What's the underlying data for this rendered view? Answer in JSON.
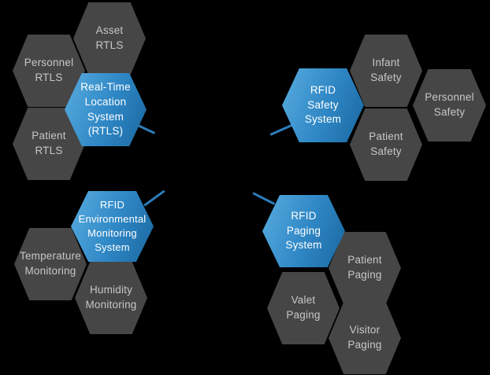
{
  "diagram_title": "RFID hospital systems hexagon diagram",
  "colors": {
    "background": "#000000",
    "hex_dark": "#464646",
    "hex_blue_light": "#58acdf",
    "hex_blue_dark": "#1a679f",
    "text_on_dark": "#c7c7c7",
    "text_on_blue": "#ffffff",
    "connector": "#2d7db9"
  },
  "hexagons": {
    "rtls_hub": {
      "label": "Real-Time\nLocation\nSystem\n(RTLS)"
    },
    "asset_rtls": {
      "label": "Asset\nRTLS"
    },
    "personnel_rtls": {
      "label": "Personnel\nRTLS"
    },
    "patient_rtls": {
      "label": "Patient\nRTLS"
    },
    "safety_hub": {
      "label": "RFID\nSafety\nSystem"
    },
    "infant_safety": {
      "label": "Infant\nSafety"
    },
    "personnel_safety": {
      "label": "Personnel\nSafety"
    },
    "patient_safety": {
      "label": "Patient\nSafety"
    },
    "env_hub": {
      "label": "RFID\nEnvironmental\nMonitoring\nSystem"
    },
    "temperature_monitoring": {
      "label": "Temperature\nMonitoring"
    },
    "humidity_monitoring": {
      "label": "Humidity\nMonitoring"
    },
    "paging_hub": {
      "label": "RFID\nPaging\nSystem"
    },
    "patient_paging": {
      "label": "Patient\nPaging"
    },
    "valet_paging": {
      "label": "Valet\nPaging"
    },
    "visitor_paging": {
      "label": "Visitor\nPaging"
    }
  },
  "structure": {
    "clusters": [
      {
        "hub": "Real-Time Location System (RTLS)",
        "satellites": [
          "Asset RTLS",
          "Personnel RTLS",
          "Patient RTLS"
        ]
      },
      {
        "hub": "RFID Safety System",
        "satellites": [
          "Infant Safety",
          "Personnel Safety",
          "Patient Safety"
        ]
      },
      {
        "hub": "RFID Environmental Monitoring System",
        "satellites": [
          "Temperature Monitoring",
          "Humidity Monitoring"
        ]
      },
      {
        "hub": "RFID Paging System",
        "satellites": [
          "Patient Paging",
          "Valet Paging",
          "Visitor Paging"
        ]
      }
    ]
  }
}
